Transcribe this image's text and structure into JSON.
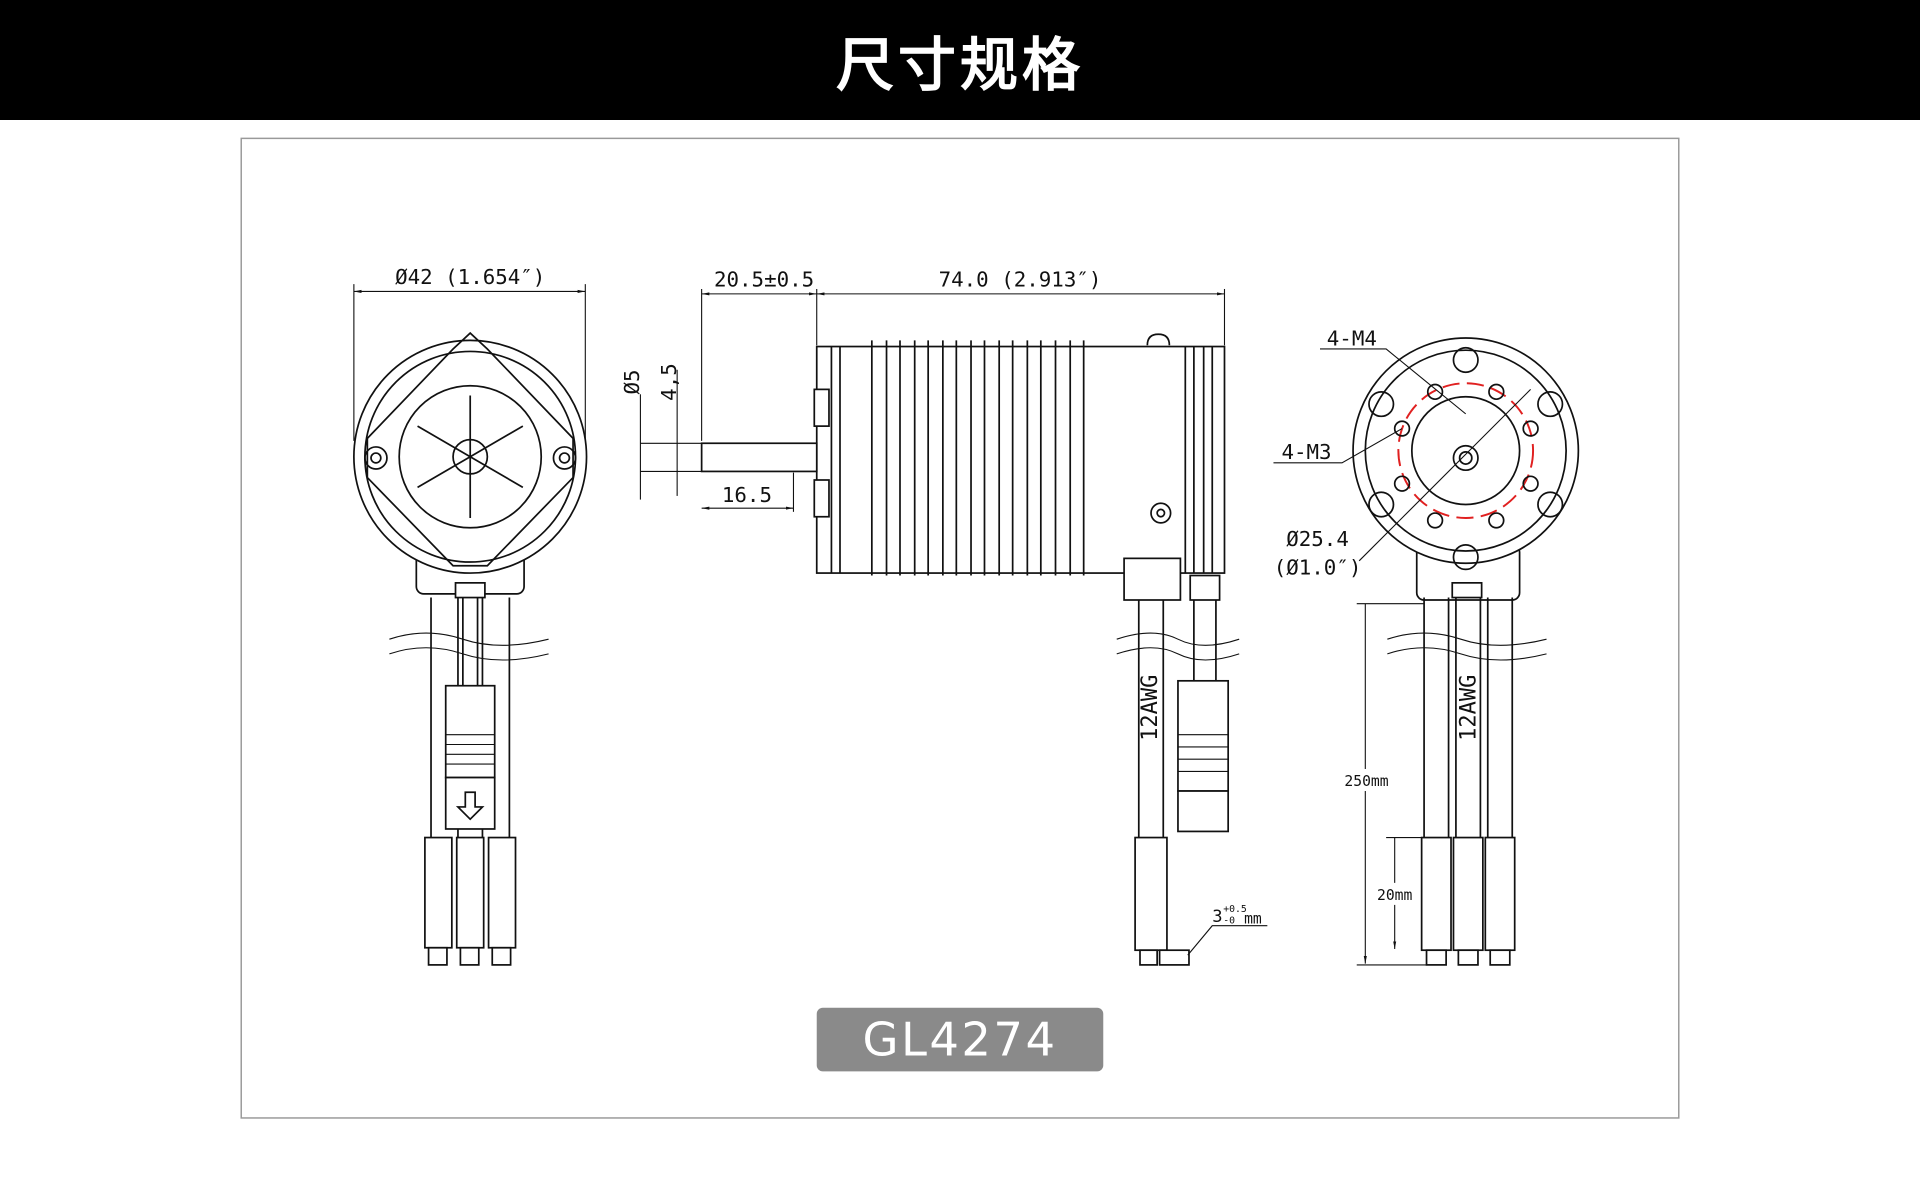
{
  "header": {
    "title": "尺寸规格"
  },
  "model": {
    "label": "GL4274",
    "badge_color": "#8a8a8a"
  },
  "dimensions": {
    "diameter": "Ø42 (1.654″)",
    "shaft_extension": "20.5±0.5",
    "body_length": "74.0 (2.913″)",
    "shaft_diameter": "Ø5",
    "shaft_flat": "4,5",
    "shaft_flat_length": "16.5",
    "mount_m4": "4-M4",
    "mount_m3": "4-M3",
    "bolt_circle": "Ø25.4",
    "bolt_circle_in": "(Ø1.0″)",
    "wire_gauge": "12AWG",
    "wire_length": "250mm",
    "tip_length": "20mm",
    "bullet_base": "3",
    "bullet_tol_plus": "+0.5",
    "bullet_tol_minus": "-0",
    "bullet_unit": "mm"
  },
  "colors": {
    "header_bg": "#000000",
    "accent_red": "#e02020"
  }
}
